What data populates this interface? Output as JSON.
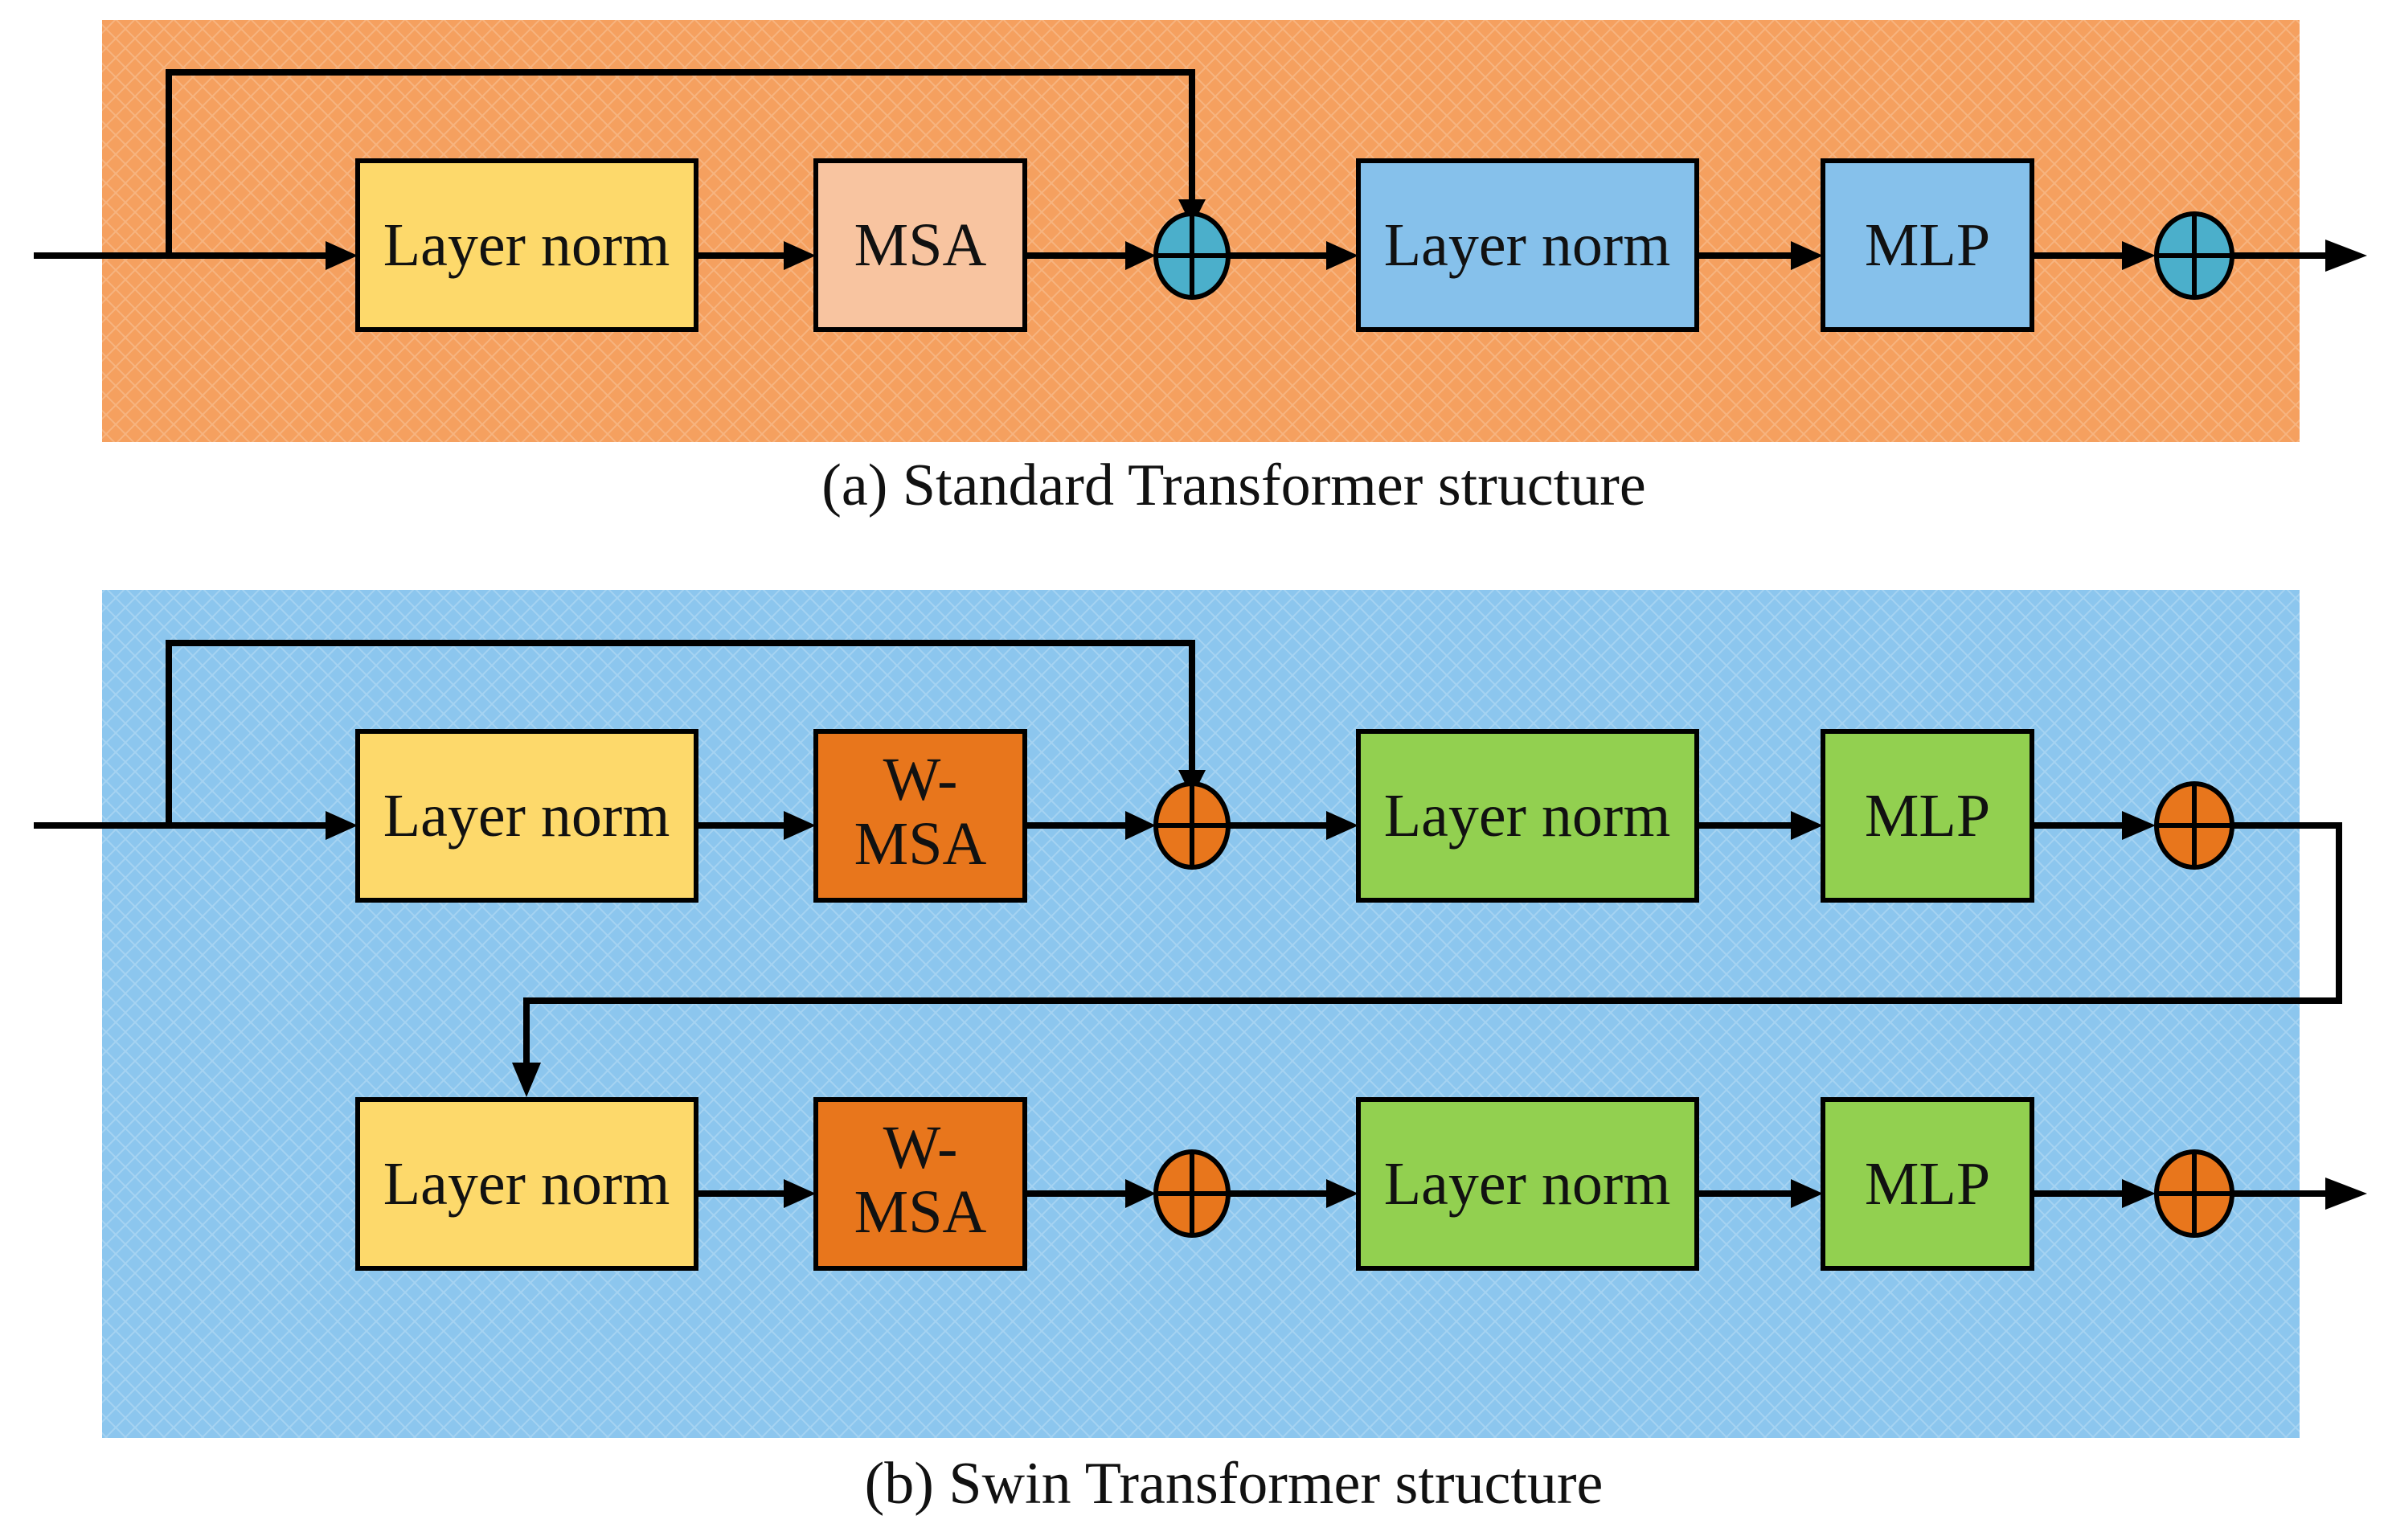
{
  "panel_a": {
    "caption": "(a) Standard Transformer structure",
    "background": "#F5A05F",
    "blocks": {
      "layer_norm_1": "Layer norm",
      "msa": "MSA",
      "layer_norm_2": "Layer norm",
      "mlp": "MLP"
    },
    "colors": {
      "layer_norm_1": "#FDD96B",
      "msa": "#F8C4A0",
      "layer_norm_2": "#86C1EB",
      "mlp": "#86C1EB",
      "sum": "#4BAFCB"
    }
  },
  "panel_b": {
    "caption": "(b) Swin Transformer structure",
    "background": "#8CC6EE",
    "row1": {
      "layer_norm_1": "Layer norm",
      "wmsa_line1": "W-",
      "wmsa_line2": "MSA",
      "layer_norm_2": "Layer norm",
      "mlp": "MLP"
    },
    "row2": {
      "layer_norm_1": "Layer norm",
      "wmsa_line1": "W-",
      "wmsa_line2": "MSA",
      "layer_norm_2": "Layer norm",
      "mlp": "MLP"
    },
    "colors": {
      "layer_norm_1": "#FDD96B",
      "wmsa": "#E8761C",
      "layer_norm_2": "#92D050",
      "mlp": "#92D050",
      "sum": "#E8761C"
    }
  }
}
